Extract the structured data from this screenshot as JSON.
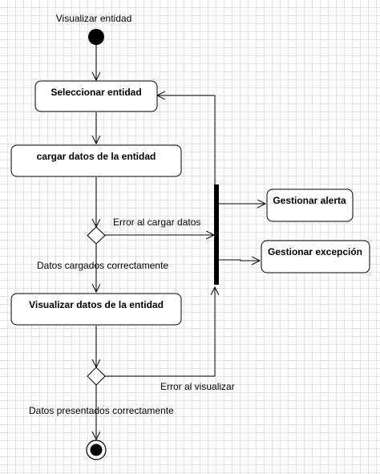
{
  "diagram": {
    "start_label": "Visualizar entidad",
    "activities": {
      "seleccionar": "Seleccionar entidad",
      "cargar": "cargar datos de la entidad",
      "visualizar": "Visualizar datos de la entidad",
      "alerta": "Gestionar alerta",
      "excepcion": "Gestionar excepción"
    },
    "guards": {
      "error_cargar": "Error al cargar datos",
      "cargados_ok": "Datos cargados correctamente",
      "error_visualizar": "Error al visualizar",
      "presentados_ok": "Datos presentados correctamente"
    }
  }
}
